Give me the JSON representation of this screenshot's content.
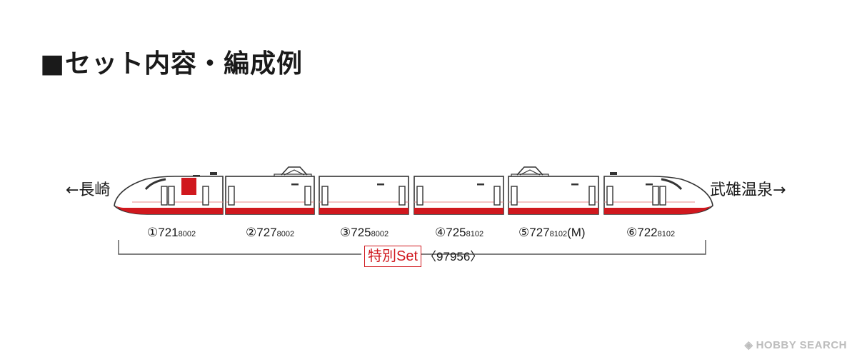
{
  "header": {
    "title": "■セット内容・編成例"
  },
  "directions": {
    "left": "←長崎",
    "right": "武雄温泉→"
  },
  "cars": [
    {
      "num": "①721",
      "sub": "8002",
      "suffix": ""
    },
    {
      "num": "②727",
      "sub": "8002",
      "suffix": ""
    },
    {
      "num": "③725",
      "sub": "8002",
      "suffix": ""
    },
    {
      "num": "④725",
      "sub": "8102",
      "suffix": ""
    },
    {
      "num": "⑤727",
      "sub": "8102",
      "suffix": "(M)"
    },
    {
      "num": "⑥722",
      "sub": "8102",
      "suffix": ""
    }
  ],
  "set": {
    "label": "特別Set",
    "code": "〈97956〉"
  },
  "colors": {
    "accent": "#d0181e",
    "line": "#333333",
    "pinstripe": "#e88a8a"
  },
  "watermark": {
    "text": "HOBBY SEARCH",
    "icon": "hobby-search-logo-icon"
  }
}
